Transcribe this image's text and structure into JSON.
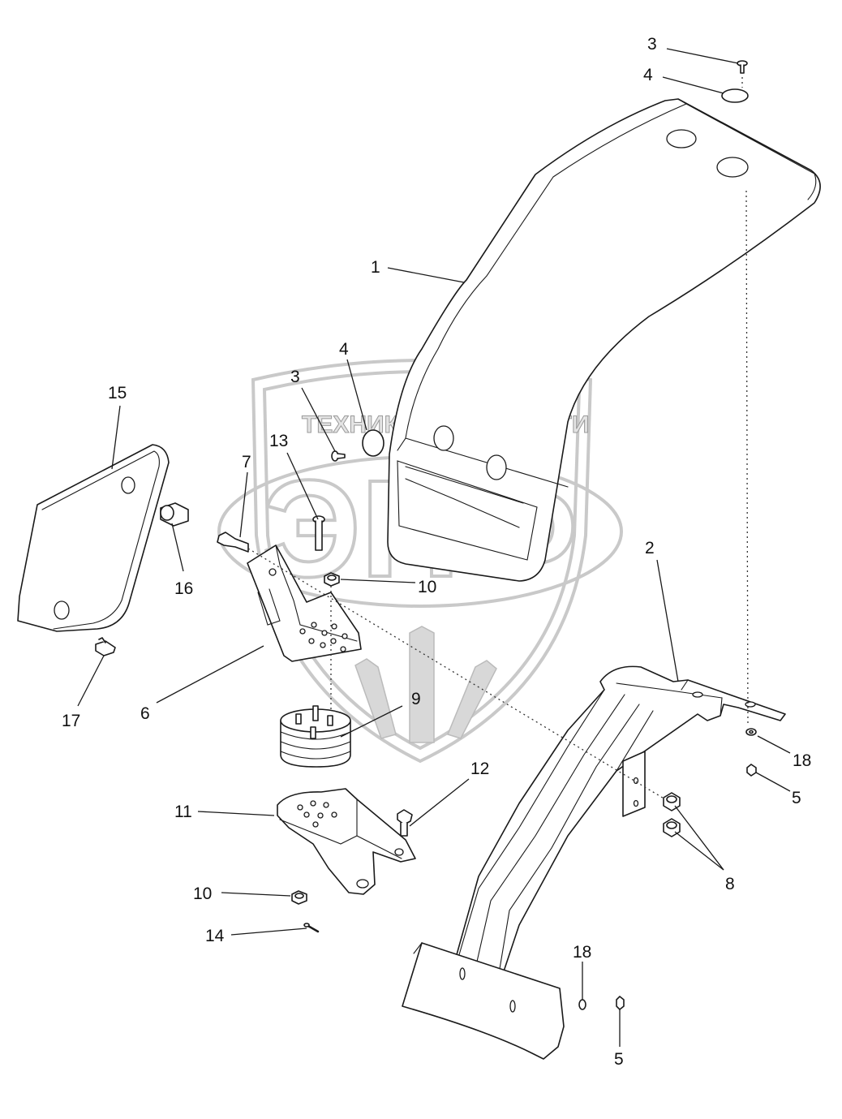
{
  "watermark": {
    "text_left": "ТЕХНИКА",
    "text_right": "ЗАПЧАСТИ",
    "logo": "ЭПФ",
    "icon": "gear-icon"
  },
  "callouts": {
    "c1": "1",
    "c2": "2",
    "c3_top": "3",
    "c4_top": "4",
    "c3_mid": "3",
    "c4_mid": "4",
    "c5_right": "5",
    "c5_bottom": "5",
    "c6": "6",
    "c7": "7",
    "c8": "8",
    "c9": "9",
    "c10_mid": "10",
    "c10_low": "10",
    "c11": "11",
    "c12": "12",
    "c13": "13",
    "c14": "14",
    "c15": "15",
    "c16": "16",
    "c17": "17",
    "c18_right": "18",
    "c18_bottom": "18"
  }
}
